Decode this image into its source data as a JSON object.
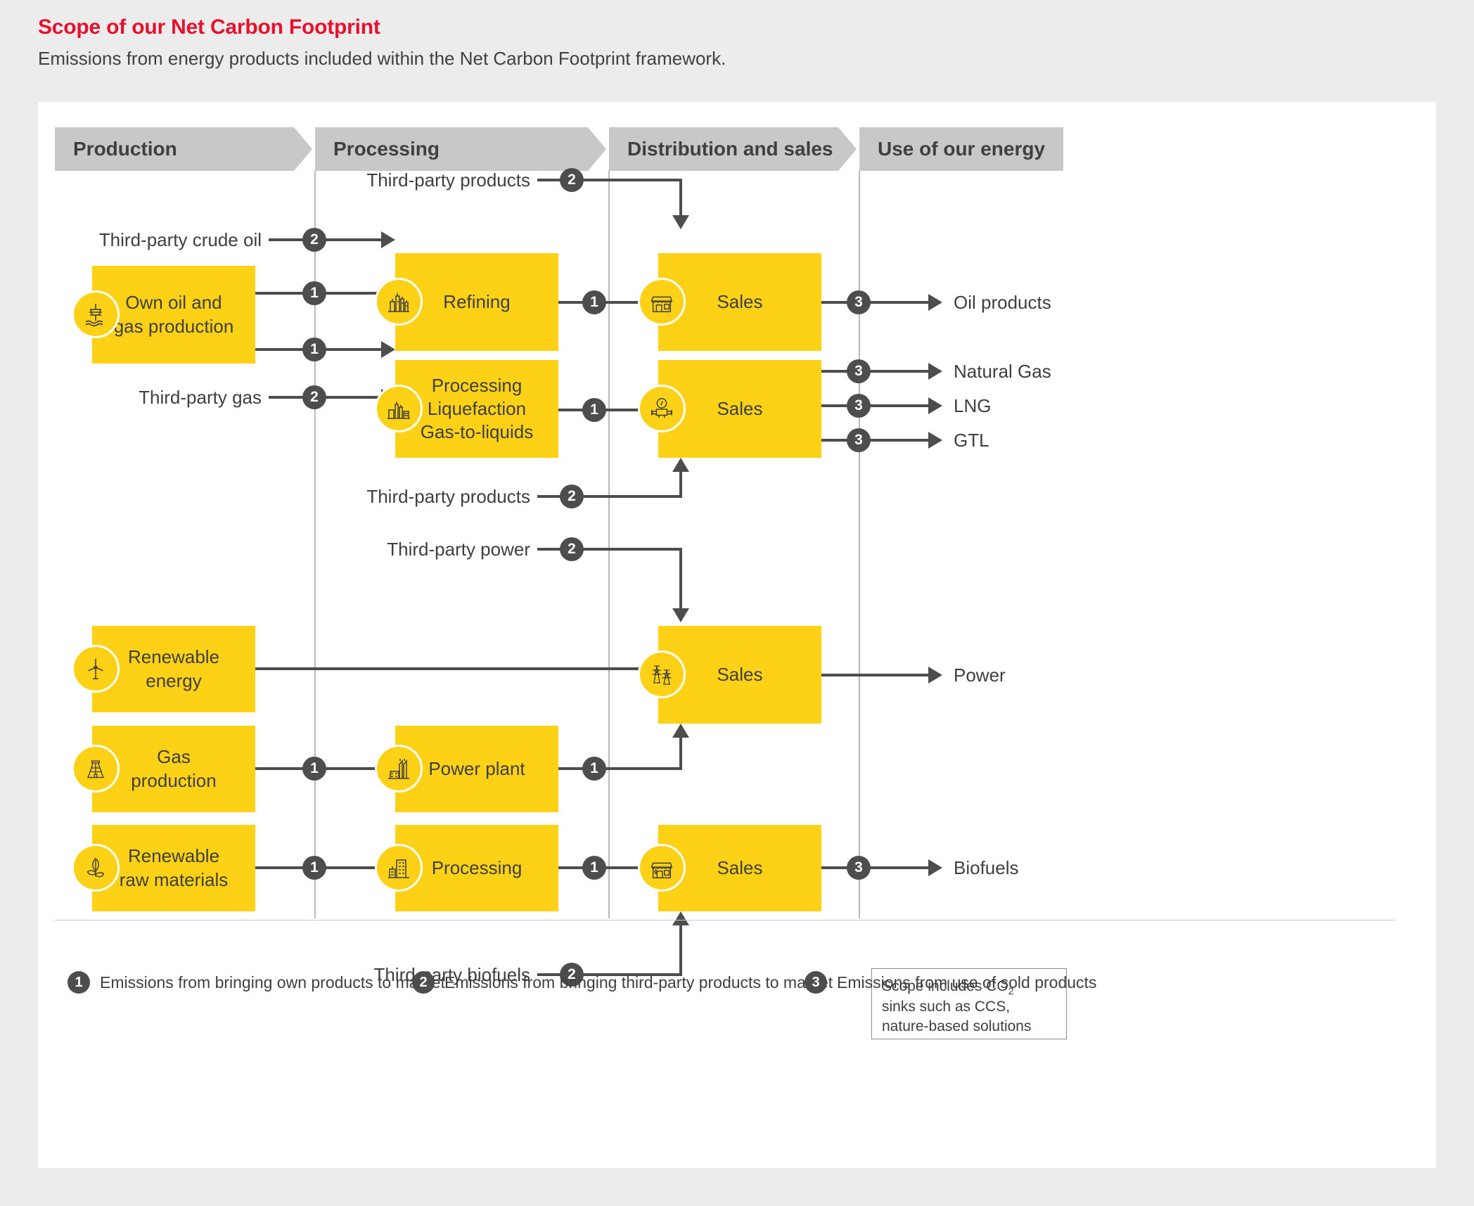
{
  "header": {
    "title": "Scope of our Net Carbon Footprint",
    "subtitle": "Emissions from energy products included within the Net Carbon Footprint framework.",
    "title_color": "#e8112d"
  },
  "stages": [
    {
      "label": "Production"
    },
    {
      "label": "Processing"
    },
    {
      "label": "Distribution and sales"
    },
    {
      "label": "Use of our energy"
    }
  ],
  "colors": {
    "accent_yellow": "#fcd116",
    "badge_gray": "#4d4d4d",
    "stage_gray": "#c8c8c8",
    "text_gray": "#3f3f3f",
    "page_bg": "#ececec",
    "card_bg": "#ffffff"
  },
  "nodes": {
    "own_production": {
      "label": "Own oil and\ngas production",
      "icon": "oil-rig-icon"
    },
    "refining": {
      "label": "Refining",
      "icon": "refinery-icon"
    },
    "gas_processing": {
      "label": "Processing\nLiquefaction\nGas-to-liquids",
      "icon": "gas-plant-icon"
    },
    "sales_oil": {
      "label": "Sales",
      "icon": "storefront-icon"
    },
    "sales_gas": {
      "label": "Sales",
      "icon": "gas-meter-icon"
    },
    "renewable_energy": {
      "label": "Renewable\nenergy",
      "icon": "wind-turbine-icon"
    },
    "gas_production": {
      "label": "Gas\nproduction",
      "icon": "derrick-icon"
    },
    "renewable_raw": {
      "label": "Renewable\nraw materials",
      "icon": "leaf-icon"
    },
    "power_plant": {
      "label": "Power plant",
      "icon": "power-plant-icon"
    },
    "bio_processing": {
      "label": "Processing",
      "icon": "factory-icon"
    },
    "sales_power": {
      "label": "Sales",
      "icon": "pylon-icon"
    },
    "sales_biofuel": {
      "label": "Sales",
      "icon": "biofuel-storefront-icon"
    }
  },
  "inputs": {
    "third_party_products_top": {
      "label": "Third-party products",
      "badge": "2"
    },
    "third_party_crude_oil": {
      "label": "Third-party crude oil",
      "badge": "2"
    },
    "third_party_gas": {
      "label": "Third-party gas",
      "badge": "2"
    },
    "third_party_products_mid": {
      "label": "Third-party products",
      "badge": "2"
    },
    "third_party_power": {
      "label": "Third-party power",
      "badge": "2"
    },
    "third_party_biofuels": {
      "label": "Third-party biofuels",
      "badge": "2"
    }
  },
  "internal_badges": {
    "own_to_refining": "1",
    "own_to_gasproc": "1",
    "refining_to_sales": "1",
    "gasproc_to_sales": "1",
    "gasprod_to_powerplant": "1",
    "powerplant_to_sales": "1",
    "rawmat_to_processing": "1",
    "bioproc_to_sales": "1"
  },
  "outputs": [
    {
      "label": "Oil products",
      "badge": "3"
    },
    {
      "label": "Natural Gas",
      "badge": "3"
    },
    {
      "label": "LNG",
      "badge": "3"
    },
    {
      "label": "GTL",
      "badge": "3"
    },
    {
      "label": "Power",
      "badge": ""
    },
    {
      "label": "Biofuels",
      "badge": "3"
    }
  ],
  "note": {
    "line1_pre": "Scope includes CO",
    "line1_sub": "2",
    "line2": "sinks such as CCS,",
    "line3": "nature-based solutions"
  },
  "legend": [
    {
      "badge": "1",
      "text": "Emissions from bringing own products to market"
    },
    {
      "badge": "2",
      "text": "Emissions from bringing third-party products to market"
    },
    {
      "badge": "3",
      "text": "Emissions from use of sold products"
    }
  ]
}
